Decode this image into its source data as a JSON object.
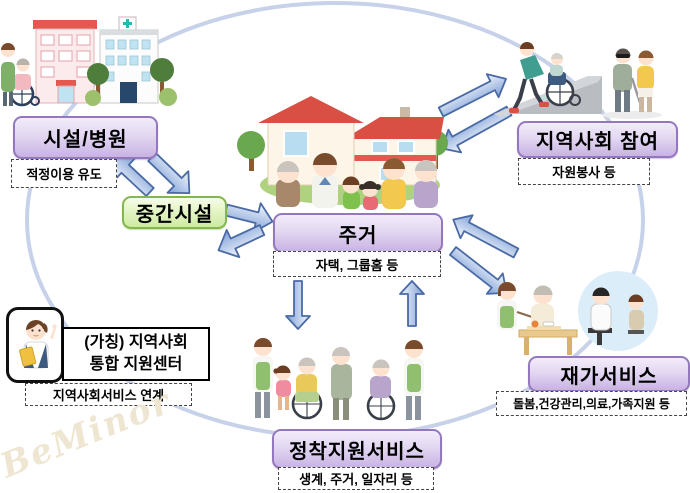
{
  "watermark": "BeMinor",
  "colors": {
    "node_purple_fill": "#c8b3e4",
    "node_purple_border": "#9478bd",
    "node_green_fill": "#cdeaa4",
    "node_green_border": "#84b84c",
    "arrow_blue": "#7e9fd6",
    "arrow_outline": "#4a6aa5",
    "ellipse_blue": "#c7d2ea"
  },
  "nodes": {
    "facility": {
      "label": "시설/병원",
      "note": "적정이용 유도"
    },
    "intermediate": {
      "label": "중간시설"
    },
    "housing": {
      "label": "주거",
      "note": "자택, 그룹홈 등"
    },
    "community_participation": {
      "label": "지역사회 참여",
      "note": "자원봉사 등"
    },
    "home_services": {
      "label": "재가서비스",
      "note": "돌봄,건강관리,의료,가족지원 등"
    },
    "settlement_services": {
      "label": "정착지원서비스",
      "note": "생계, 주거, 일자리 등"
    },
    "support_center": {
      "label_line1": "(가칭) 지역사회",
      "label_line2": "통합 지원센터",
      "note": "지역사회서비스 연계"
    }
  },
  "relations": [
    {
      "from": "시설/병원",
      "to": "중간시설",
      "bidirectional": true
    },
    {
      "from": "중간시설",
      "to": "주거",
      "bidirectional": true
    },
    {
      "from": "주거",
      "to": "지역사회 참여",
      "bidirectional": true
    },
    {
      "from": "주거",
      "to": "재가서비스",
      "bidirectional": true
    },
    {
      "from": "주거",
      "to": "정착지원서비스",
      "bidirectional": true
    }
  ]
}
